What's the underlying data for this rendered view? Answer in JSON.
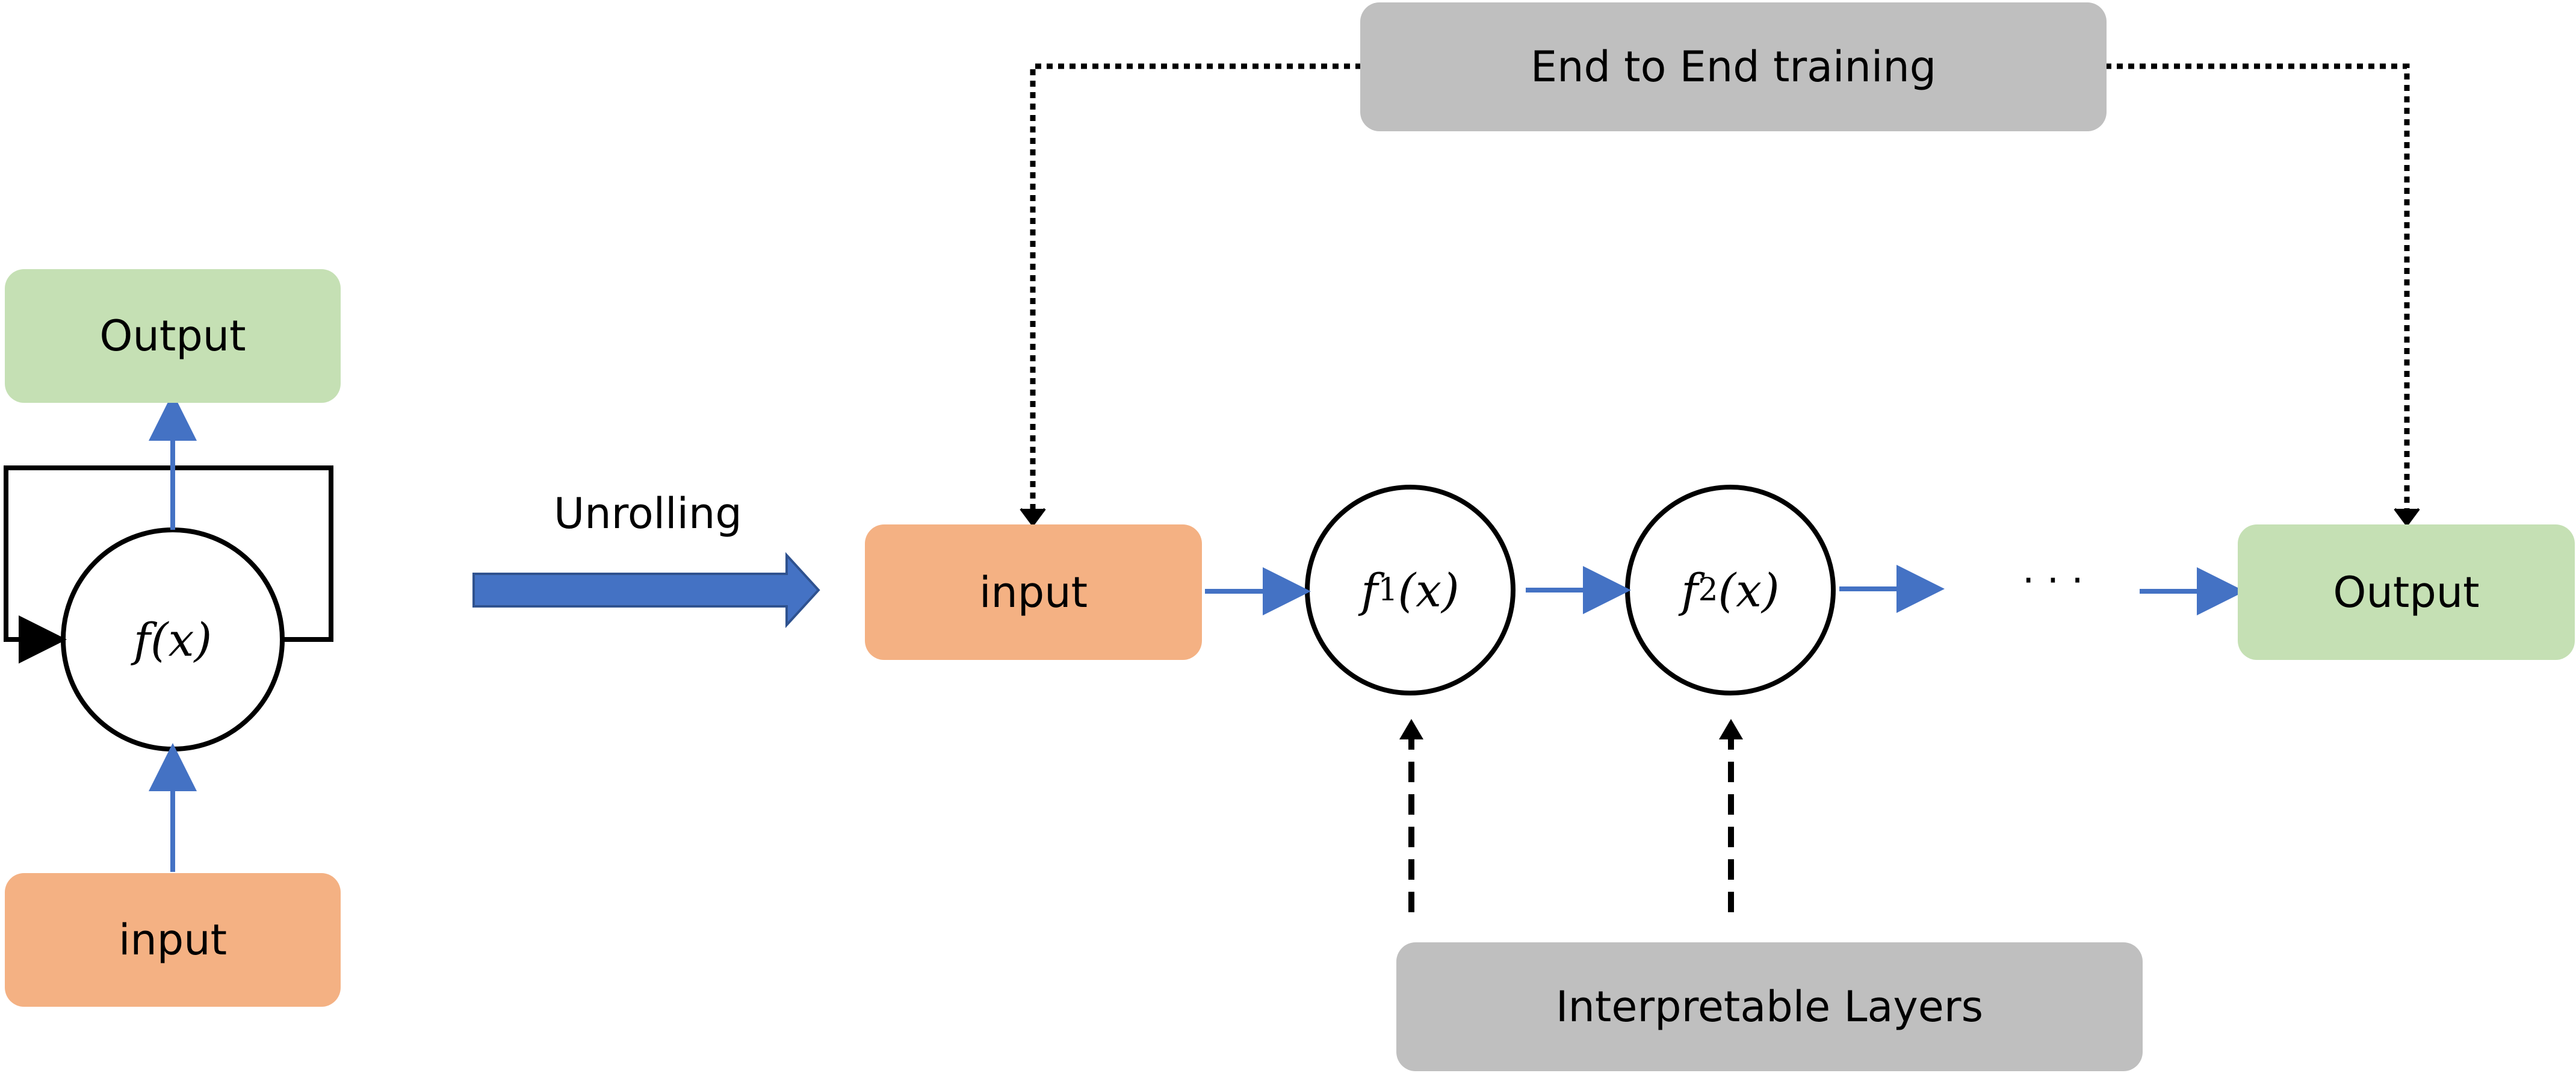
{
  "left": {
    "output_label": "Output",
    "input_label": "input",
    "function_label": "f(x)"
  },
  "unrolling_label": "Unrolling",
  "right": {
    "input_label": "input",
    "f1_name": "f",
    "f1_sub": "1",
    "f1_arg": "(x)",
    "f2_name": "f",
    "f2_sub": "2",
    "f2_arg": "(x)",
    "ellipsis": "· · ·",
    "output_label": "Output",
    "training_label": "End to End training",
    "layers_label": "Interpretable Layers"
  },
  "colors": {
    "output_fill": "#c5e0b4",
    "input_fill": "#f4b183",
    "note_fill": "#bfbfbf",
    "flow_arrow": "#4472c4",
    "unroll_arrow": "#4472c4"
  }
}
